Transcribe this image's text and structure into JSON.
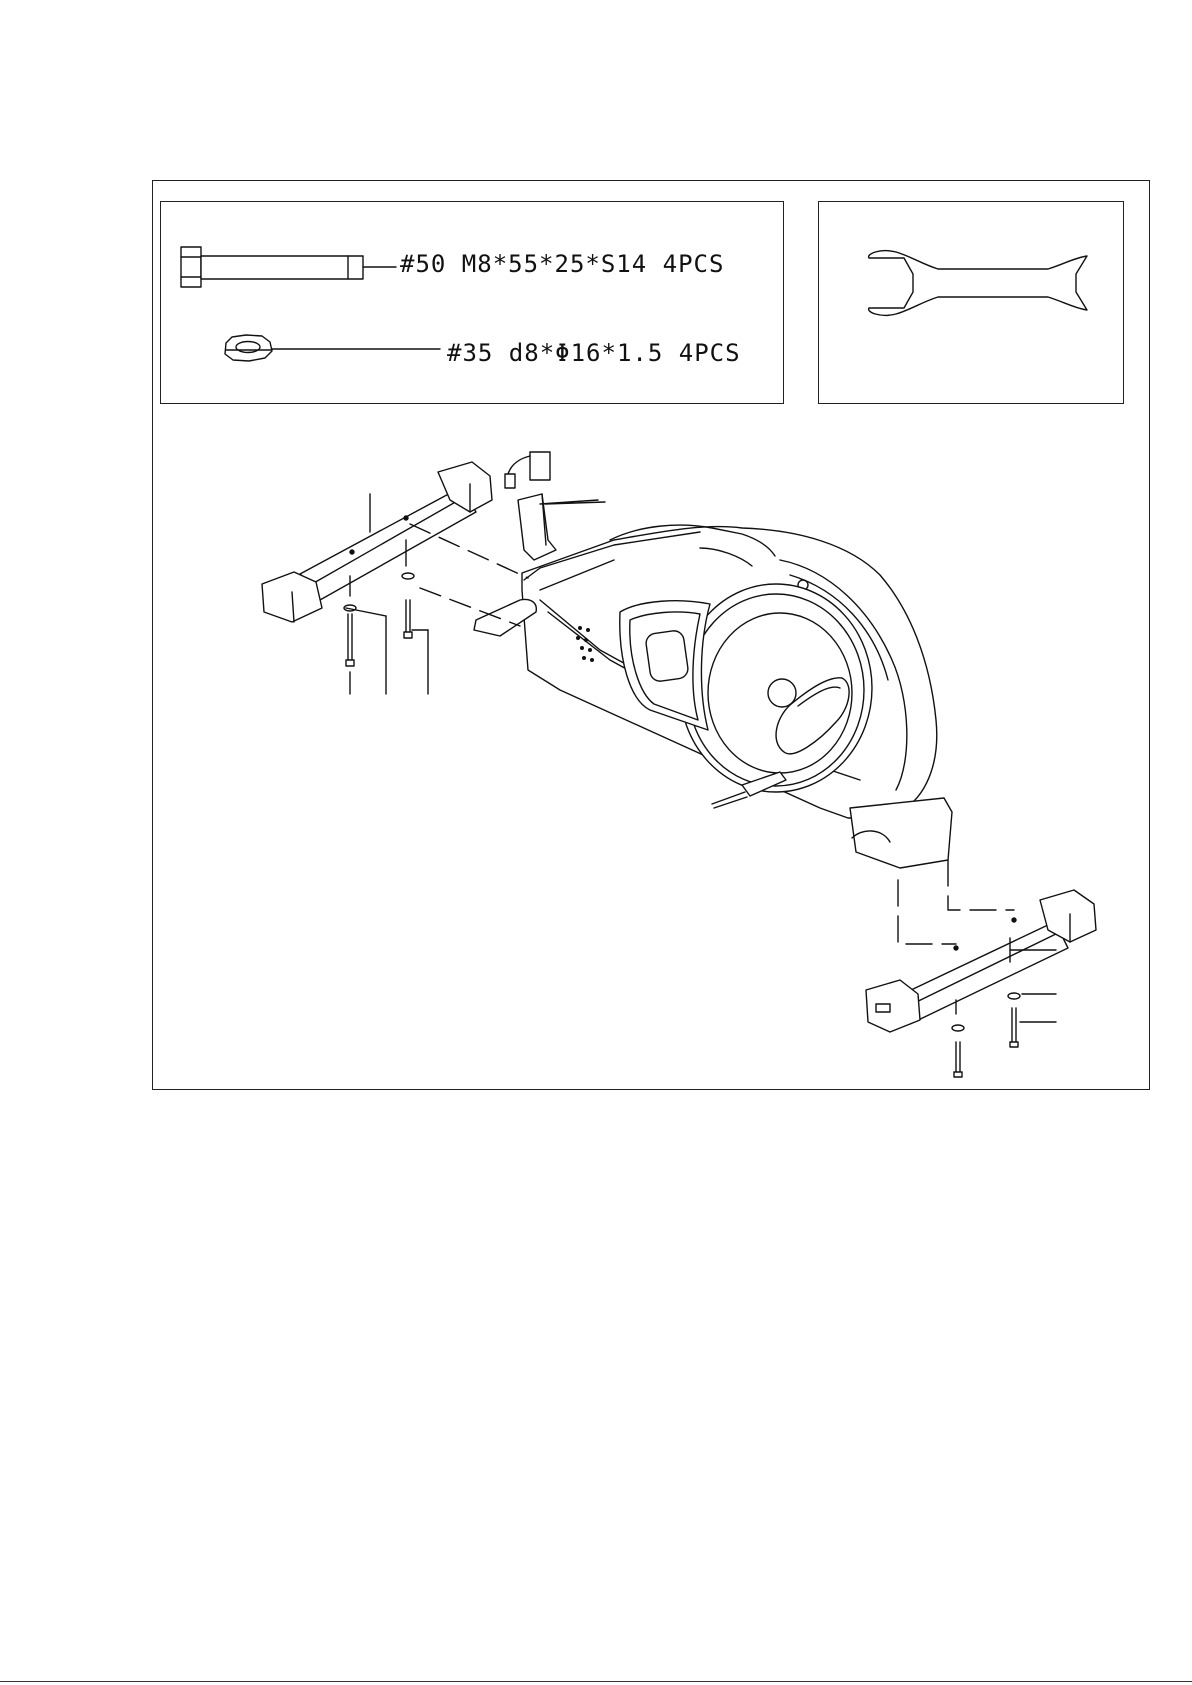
{
  "hardware": {
    "bolt_label": "#50 M8*55*25*S14 4PCS",
    "washer_label": "#35 d8*Φ16*1.5 4PCS"
  },
  "icons": [
    "bolt-icon",
    "washer-icon",
    "wrench-icon"
  ],
  "diagram": {
    "subject": "elliptical-trainer-assembly",
    "parts": [
      "front-stabilizer",
      "rear-stabilizer",
      "main-frame",
      "flywheel-housing",
      "console-mast-bracket",
      "bolts",
      "washers"
    ]
  }
}
